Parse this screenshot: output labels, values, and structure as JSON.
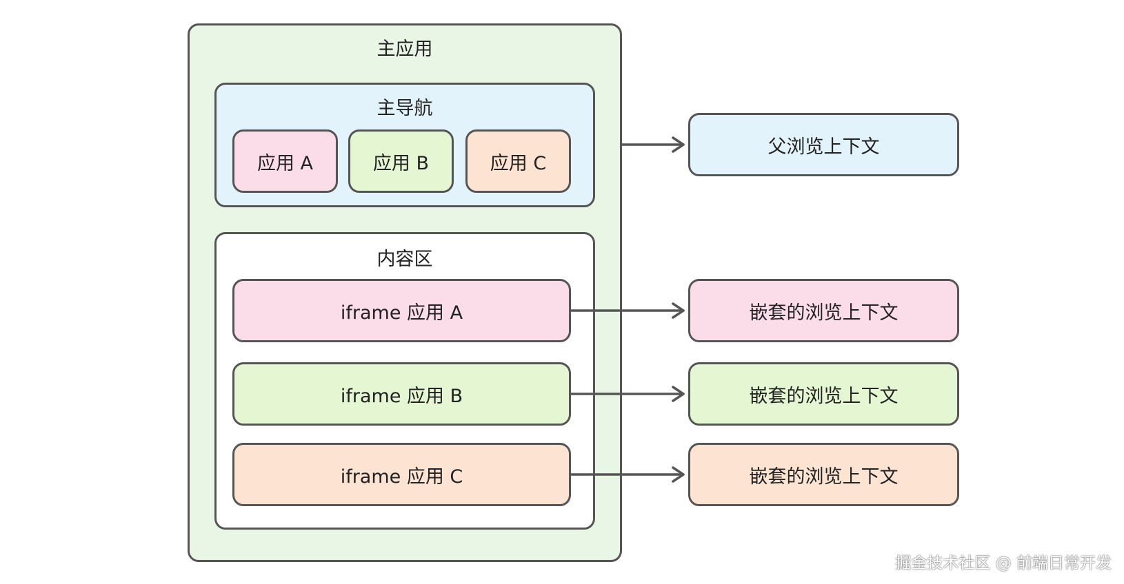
{
  "diagram": {
    "main_app": {
      "title": "主应用"
    },
    "main_nav": {
      "title": "主导航",
      "apps": [
        {
          "label": "应用 A",
          "color": "#fbdde9"
        },
        {
          "label": "应用 B",
          "color": "#e5f6d3"
        },
        {
          "label": "应用 C",
          "color": "#fde3d2"
        }
      ]
    },
    "content_area": {
      "title": "内容区",
      "iframes": [
        {
          "label": "iframe 应用 A",
          "color": "#fbdde9"
        },
        {
          "label": "iframe 应用 B",
          "color": "#e5f6d3"
        },
        {
          "label": "iframe 应用 C",
          "color": "#fde3d2"
        }
      ]
    },
    "contexts": {
      "parent": {
        "label": "父浏览上下文",
        "color": "#e3f3fb"
      },
      "nested": [
        {
          "label": "嵌套的浏览上下文",
          "color": "#fbdde9"
        },
        {
          "label": "嵌套的浏览上下文",
          "color": "#e5f6d3"
        },
        {
          "label": "嵌套的浏览上下文",
          "color": "#fde3d2"
        }
      ]
    },
    "colors": {
      "main_app_bg": "#e9f6e6",
      "main_nav_bg": "#e3f3fb",
      "content_bg": "#ffffff",
      "border": "#555555",
      "arrow": "#555555"
    }
  },
  "watermark": "掘金技术社区 @ 前端日常开发"
}
